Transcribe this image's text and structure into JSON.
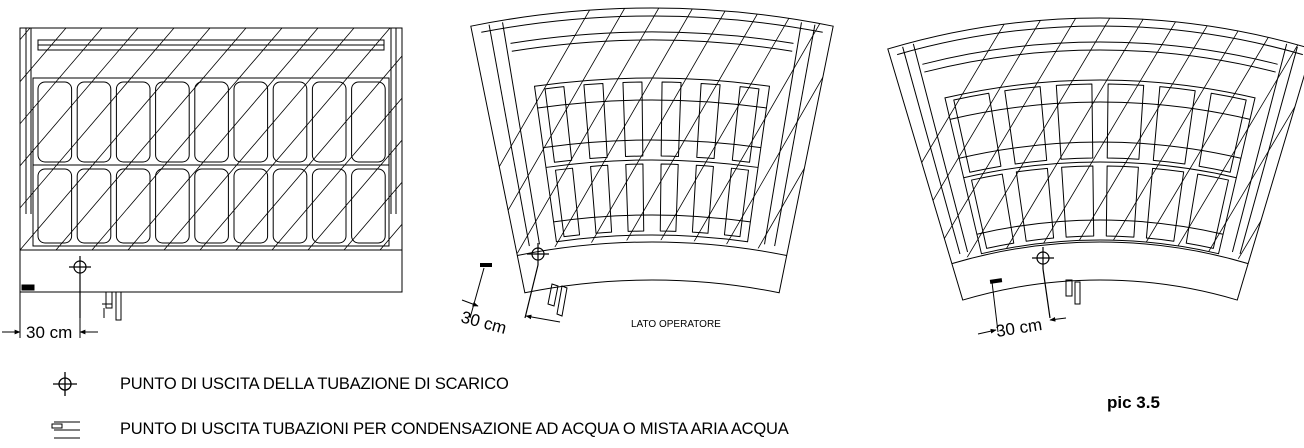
{
  "diagrams": [
    {
      "name": "straight",
      "dimension": "30 cm"
    },
    {
      "name": "curved-medium",
      "dimension": "30 cm",
      "side_label": "LATO OPERATORE"
    },
    {
      "name": "curved-wide",
      "dimension": "30 cm"
    }
  ],
  "legend": {
    "drain": "PUNTO DI USCITA DELLA TUBAZIONE DI SCARICO",
    "water": "PUNTO DI USCITA TUBAZIONI PER CONDENSAZIONE AD ACQUA O MISTA ARIA ACQUA"
  },
  "figure_label": "pic 3.5"
}
